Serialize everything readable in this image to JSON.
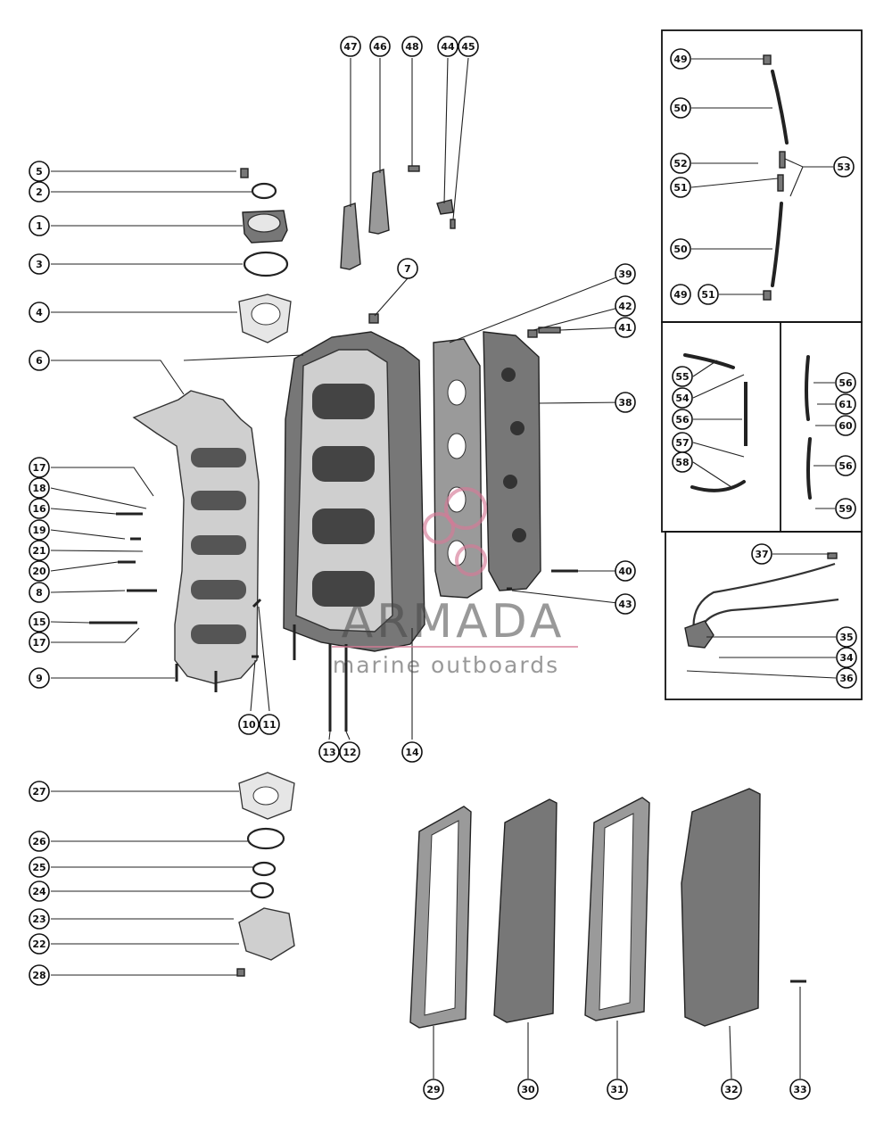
{
  "watermark": {
    "brand": "ARMADA",
    "tagline": "marine outboards",
    "accent_color": "#d67a96"
  },
  "callouts": [
    "1",
    "2",
    "3",
    "4",
    "5",
    "6",
    "7",
    "8",
    "9",
    "10",
    "11",
    "12",
    "13",
    "14",
    "15",
    "16",
    "17",
    "18",
    "19",
    "20",
    "21",
    "22",
    "23",
    "24",
    "25",
    "26",
    "27",
    "28",
    "29",
    "30",
    "31",
    "32",
    "33",
    "34",
    "35",
    "36",
    "37",
    "38",
    "39",
    "40",
    "41",
    "42",
    "43",
    "44",
    "45",
    "46",
    "47",
    "48",
    "49",
    "50",
    "51",
    "52",
    "53",
    "54",
    "55",
    "56",
    "57",
    "58",
    "59",
    "60",
    "61"
  ],
  "repeated_callouts": [
    "17",
    "49",
    "50",
    "51",
    "56"
  ]
}
